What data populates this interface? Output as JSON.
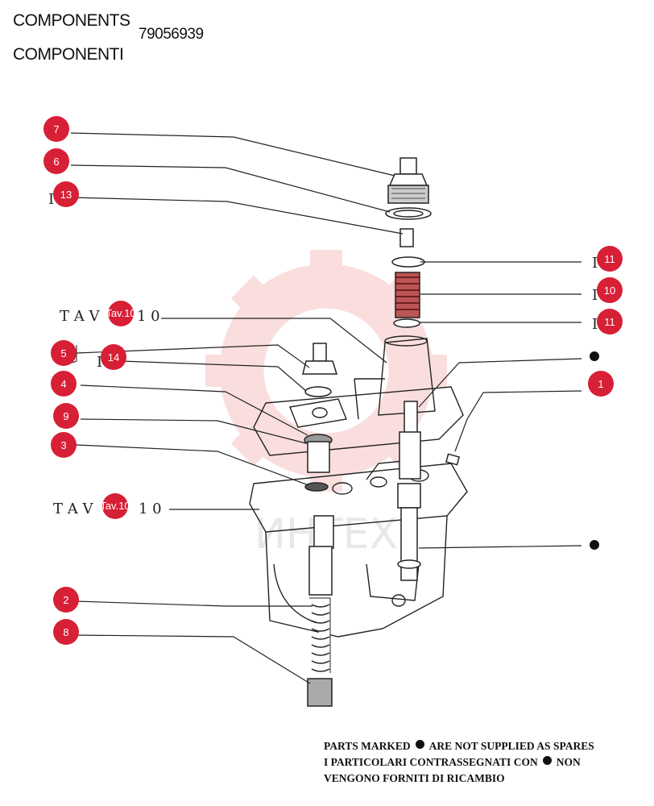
{
  "header": {
    "title_en": "COMPONENTS",
    "title_it": "COMPONENTI",
    "code": "79056939"
  },
  "watermark": {
    "text": "ИНТЕХ",
    "color": "#e8212f"
  },
  "callouts": [
    {
      "id": "c7",
      "label": "7"
    },
    {
      "id": "c6",
      "label": "6"
    },
    {
      "id": "c13",
      "label": "13"
    },
    {
      "id": "c11a",
      "label": "11"
    },
    {
      "id": "c10",
      "label": "10"
    },
    {
      "id": "c11b",
      "label": "11"
    },
    {
      "id": "c5",
      "label": "5"
    },
    {
      "id": "c14",
      "label": "14"
    },
    {
      "id": "c4",
      "label": "4"
    },
    {
      "id": "c1",
      "label": "1"
    },
    {
      "id": "c9",
      "label": "9"
    },
    {
      "id": "c3",
      "label": "3"
    },
    {
      "id": "c2",
      "label": "2"
    },
    {
      "id": "c8",
      "label": "8"
    }
  ],
  "tav_refs": [
    {
      "id": "tav1",
      "prefix": "T A V",
      "badge": "Tav.10",
      "suffix": "1 0"
    },
    {
      "id": "tav2",
      "prefix": "T A V",
      "badge": "Tav.10",
      "suffix": "1 0"
    }
  ],
  "tick_mark": "I",
  "footer": {
    "line1_a": "PARTS MARKED",
    "line1_b": "ARE NOT SUPPLIED AS SPARES",
    "line2_a": "I PARTICOLARI CONTRASSEGNATI CON",
    "line2_b": "NON",
    "line3": "VENGONO FORNITI DI RICAMBIO"
  },
  "colors": {
    "badge": "#d71f36",
    "line": "#222222"
  }
}
